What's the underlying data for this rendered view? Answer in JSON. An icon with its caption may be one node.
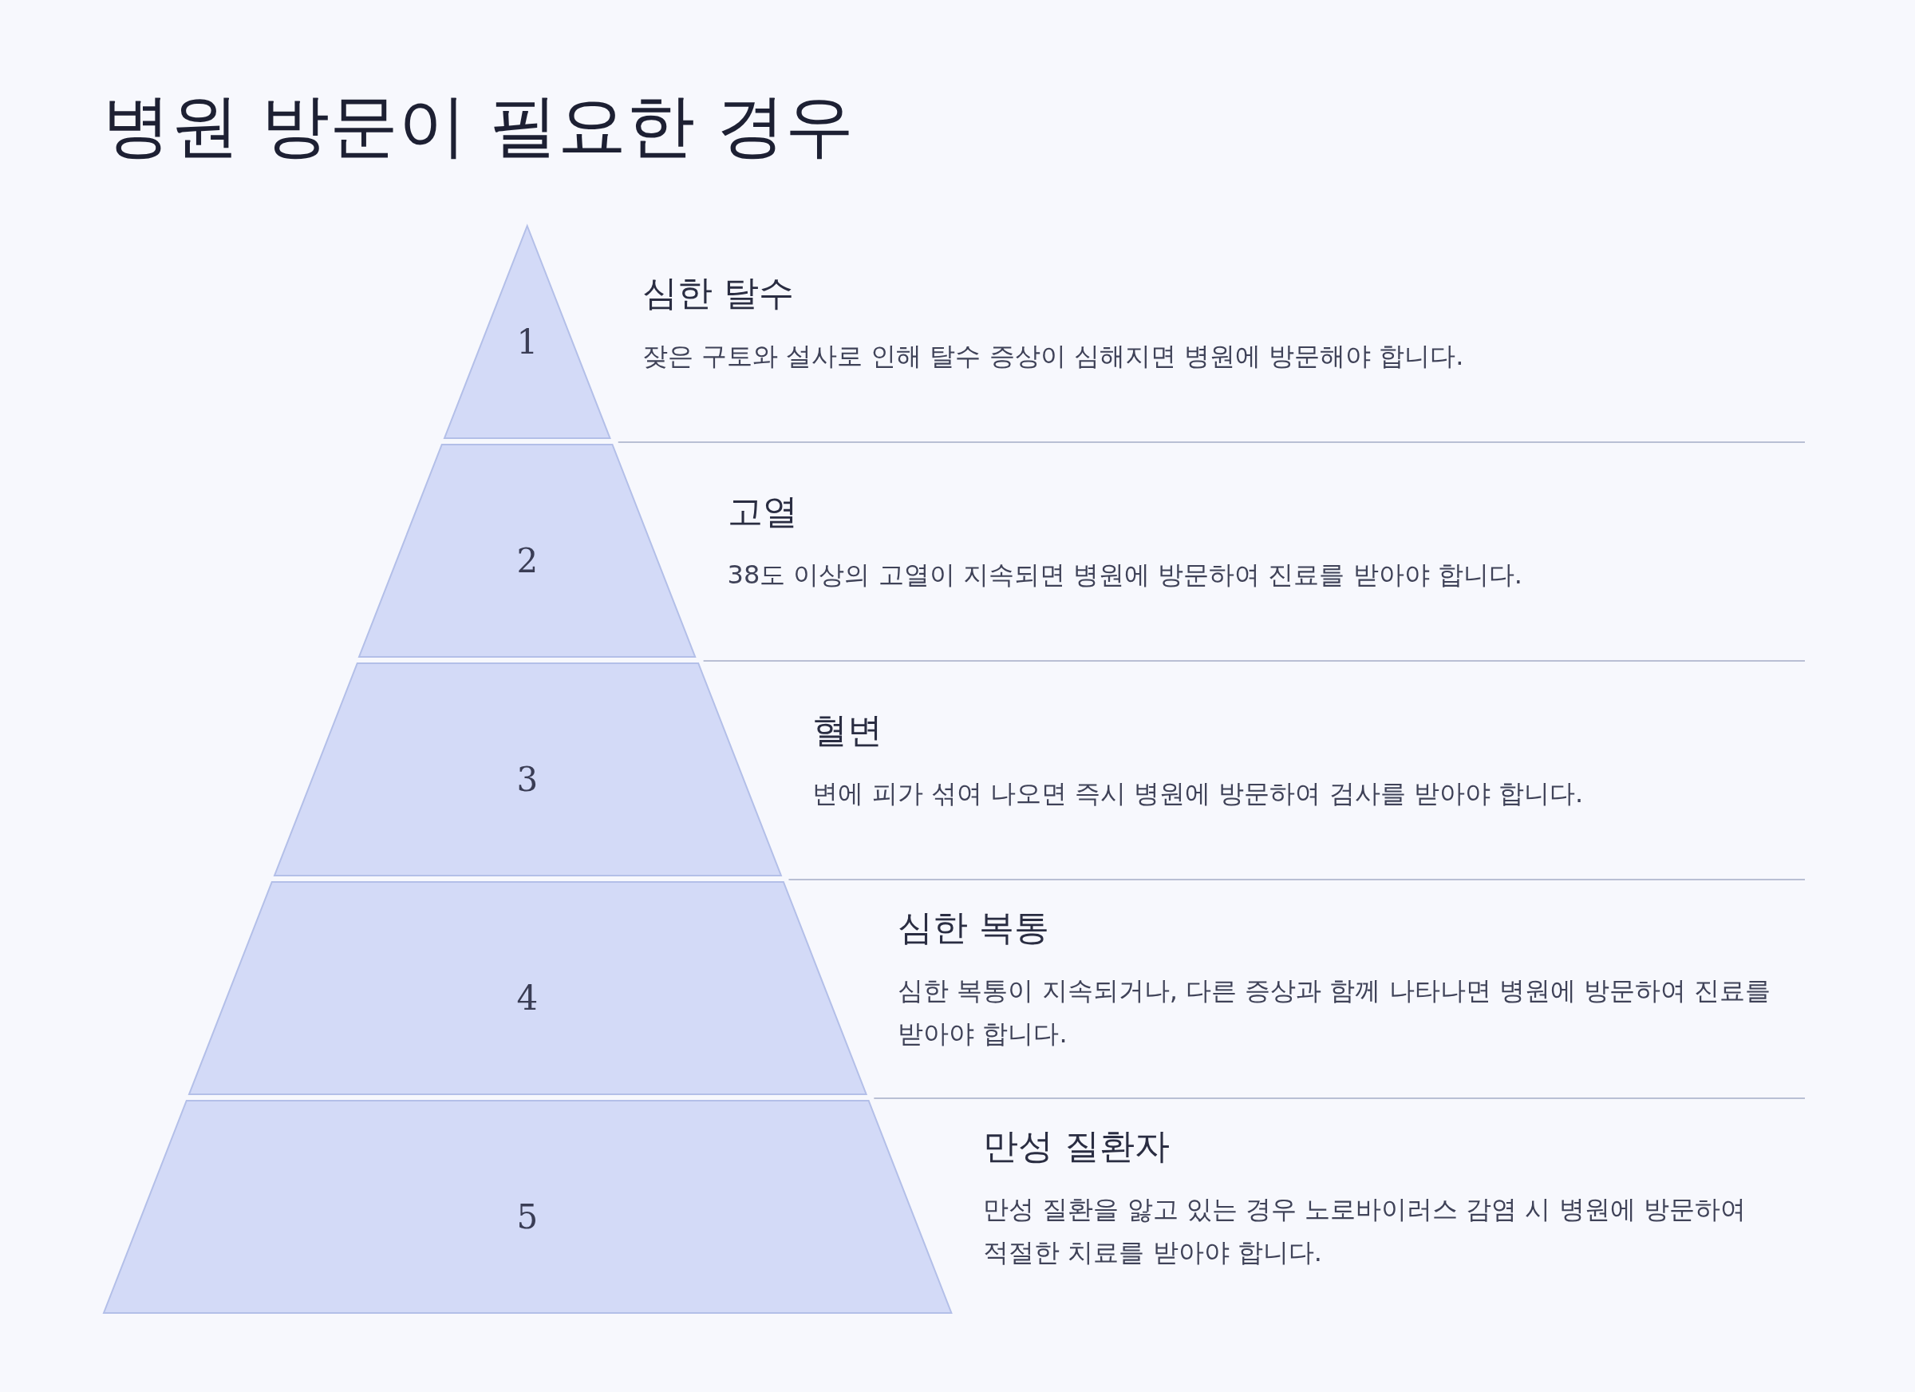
{
  "diagram": {
    "title": "병원 방문이 필요한 경우",
    "nodes": [
      {
        "text": [
          "1"
        ],
        "beside": [
          "심한 탈수",
          "잦은 구토와 설사로 인해 탈수 증상이 심해지면 병원에 방문해야 합니다."
        ]
      },
      {
        "text": [
          "2"
        ],
        "beside": [
          "고열",
          "38도 이상의 고열이 지속되면 병원에 방문하여 진료를 받아야 합니다."
        ]
      },
      {
        "text": [
          "3"
        ],
        "beside": [
          "혈변",
          "변에 피가 섞여 나오면 즉시 병원에 방문하여 검사를 받아야 합니다."
        ]
      },
      {
        "text": [
          "4"
        ],
        "beside": [
          "심한 복통",
          "심한 복통이 지속되거나, 다른 증상과 함께 나타나면 병원에 방문하여 진료를 받아야 합니다."
        ]
      },
      {
        "text": [
          "5"
        ],
        "beside": [
          "만성 질환자",
          "만성 질환을 앓고 있는 경우 노로바이러스 감염 시 병원에 방문하여 적절한 치료를 받아야 합니다."
        ]
      }
    ]
  }
}
